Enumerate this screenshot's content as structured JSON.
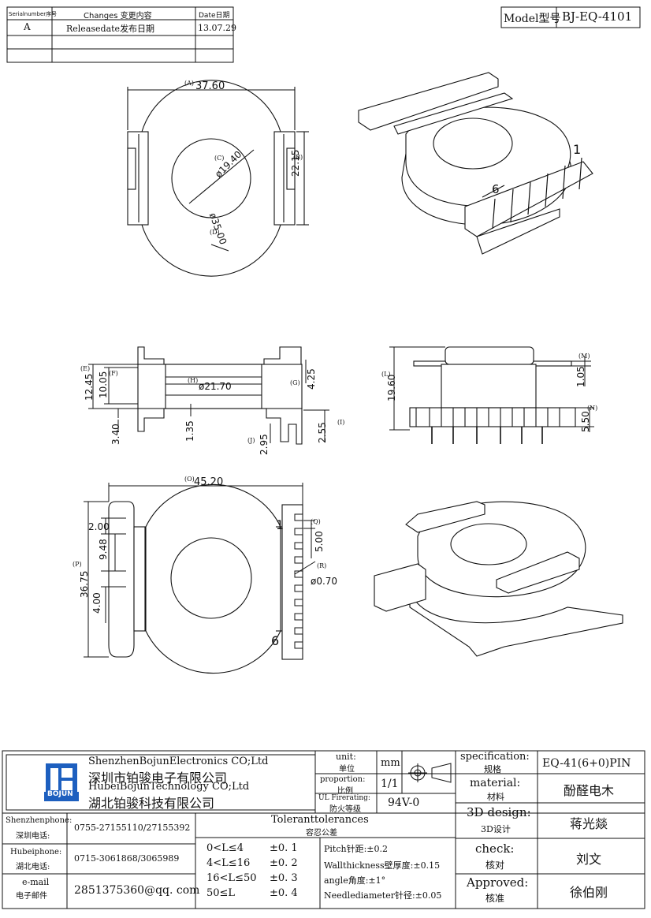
{
  "revision_table": {
    "headers": {
      "serial": "Serialnumber序号",
      "changes": "Changes 变更内容",
      "date": "Date日期"
    },
    "rows": [
      {
        "serial": "A",
        "changes": "Releasedate发布日期",
        "date": "13.07.29"
      }
    ]
  },
  "model": {
    "label": "Model型号",
    "value": "BJ-EQ-4101"
  },
  "top_view": {
    "A_label": "(A)",
    "A_value": "37.60",
    "B_label": "(B)",
    "B_value": "22.15",
    "C_label": "(C)",
    "C_value": "ø19.40",
    "D_label": "(D)",
    "D_value": "ø35.00"
  },
  "iso_top": {
    "pin1": "1",
    "pin6": "6"
  },
  "side_view": {
    "E_label": "(E)",
    "E_value": "12.45",
    "F_label": "(F)",
    "F_value": "10.05",
    "H_label": "(H)",
    "H_value": "ø21.70",
    "G_label": "(G)",
    "G_value": "4.25",
    "I_label": "(I)",
    "I_value": "2.55",
    "J_label": "(J)",
    "J_value": "2.95",
    "v1": "3.40",
    "v2": "1.35"
  },
  "front_view": {
    "L_label": "(L)",
    "L_value": "19.60",
    "M_label": "(M)",
    "M_value": "1.05",
    "N_label": "(N)",
    "N_value": "5.50"
  },
  "bottom_view": {
    "O_label": "(O)",
    "O_value": "45.20",
    "P_label": "(P)",
    "P_value": "36.75",
    "v200": "2.00",
    "v948": "9.48",
    "v400": "4.00",
    "Q_label": "(Q)",
    "Q_value": "5.00",
    "R_label": "(R)",
    "R_value": "ø0.70",
    "pin1": "1",
    "pin6": "6"
  },
  "title_block": {
    "company_en1": "ShenzhenBojunElectronics CO;Ltd",
    "company_cn1": "深圳市铂骏电子有限公司",
    "company_en2": "HubeiBojunTechnology CO;Ltd",
    "company_cn2": "湖北铂骏科技有限公司",
    "logo_text": "BOJUN",
    "unit_label_en": "unit:",
    "unit_label_cn": "单位",
    "unit_value": "mm",
    "proportion_en": "proportion:",
    "proportion_cn": "比例",
    "proportion_value": "1/1",
    "ul_en": "UL Firerating:",
    "ul_cn": "防火等级",
    "ul_value": "94V-0",
    "spec_en": "specification:",
    "spec_cn": "规格",
    "spec_value": "EQ-41(6+0)PIN",
    "material_en": "material:",
    "material_cn": "材料",
    "material_value": "酚醛电木",
    "design_en": "3D design:",
    "design_cn": "3D设计",
    "design_value": "蒋光燚",
    "check_en": "check:",
    "check_cn": "核对",
    "check_value": "刘文",
    "approved_en": "Approved:",
    "approved_cn": "核准",
    "approved_value": "徐伯刚",
    "sz_phone_en": "Shenzhenphone:",
    "sz_phone_cn": "深圳电话:",
    "sz_phone": "0755-27155110/27155392",
    "hb_phone_en": "Hubeiphone:",
    "hb_phone_cn": "湖北电话:",
    "hb_phone": "0715-3061868/3065989",
    "email_en": "e-mail",
    "email_cn": "电子邮件",
    "email": "2851375360@qq. com",
    "tol_en": "Toleranttolerances",
    "tol_cn": "容忍公差",
    "tol_rows": [
      {
        "range": "0<L≤4",
        "tol": "±0. 1"
      },
      {
        "range": "4<L≤16",
        "tol": "±0. 2"
      },
      {
        "range": "16<L≤50",
        "tol": "±0. 3"
      },
      {
        "range": "50≤L",
        "tol": "±0. 4"
      }
    ],
    "pitch": "Pitch针距:±0.2",
    "wall": "Wallthickness壁厚度:±0.15",
    "angle": "angle角度:±1°",
    "needle": "Needlediameter针径:±0.05"
  }
}
